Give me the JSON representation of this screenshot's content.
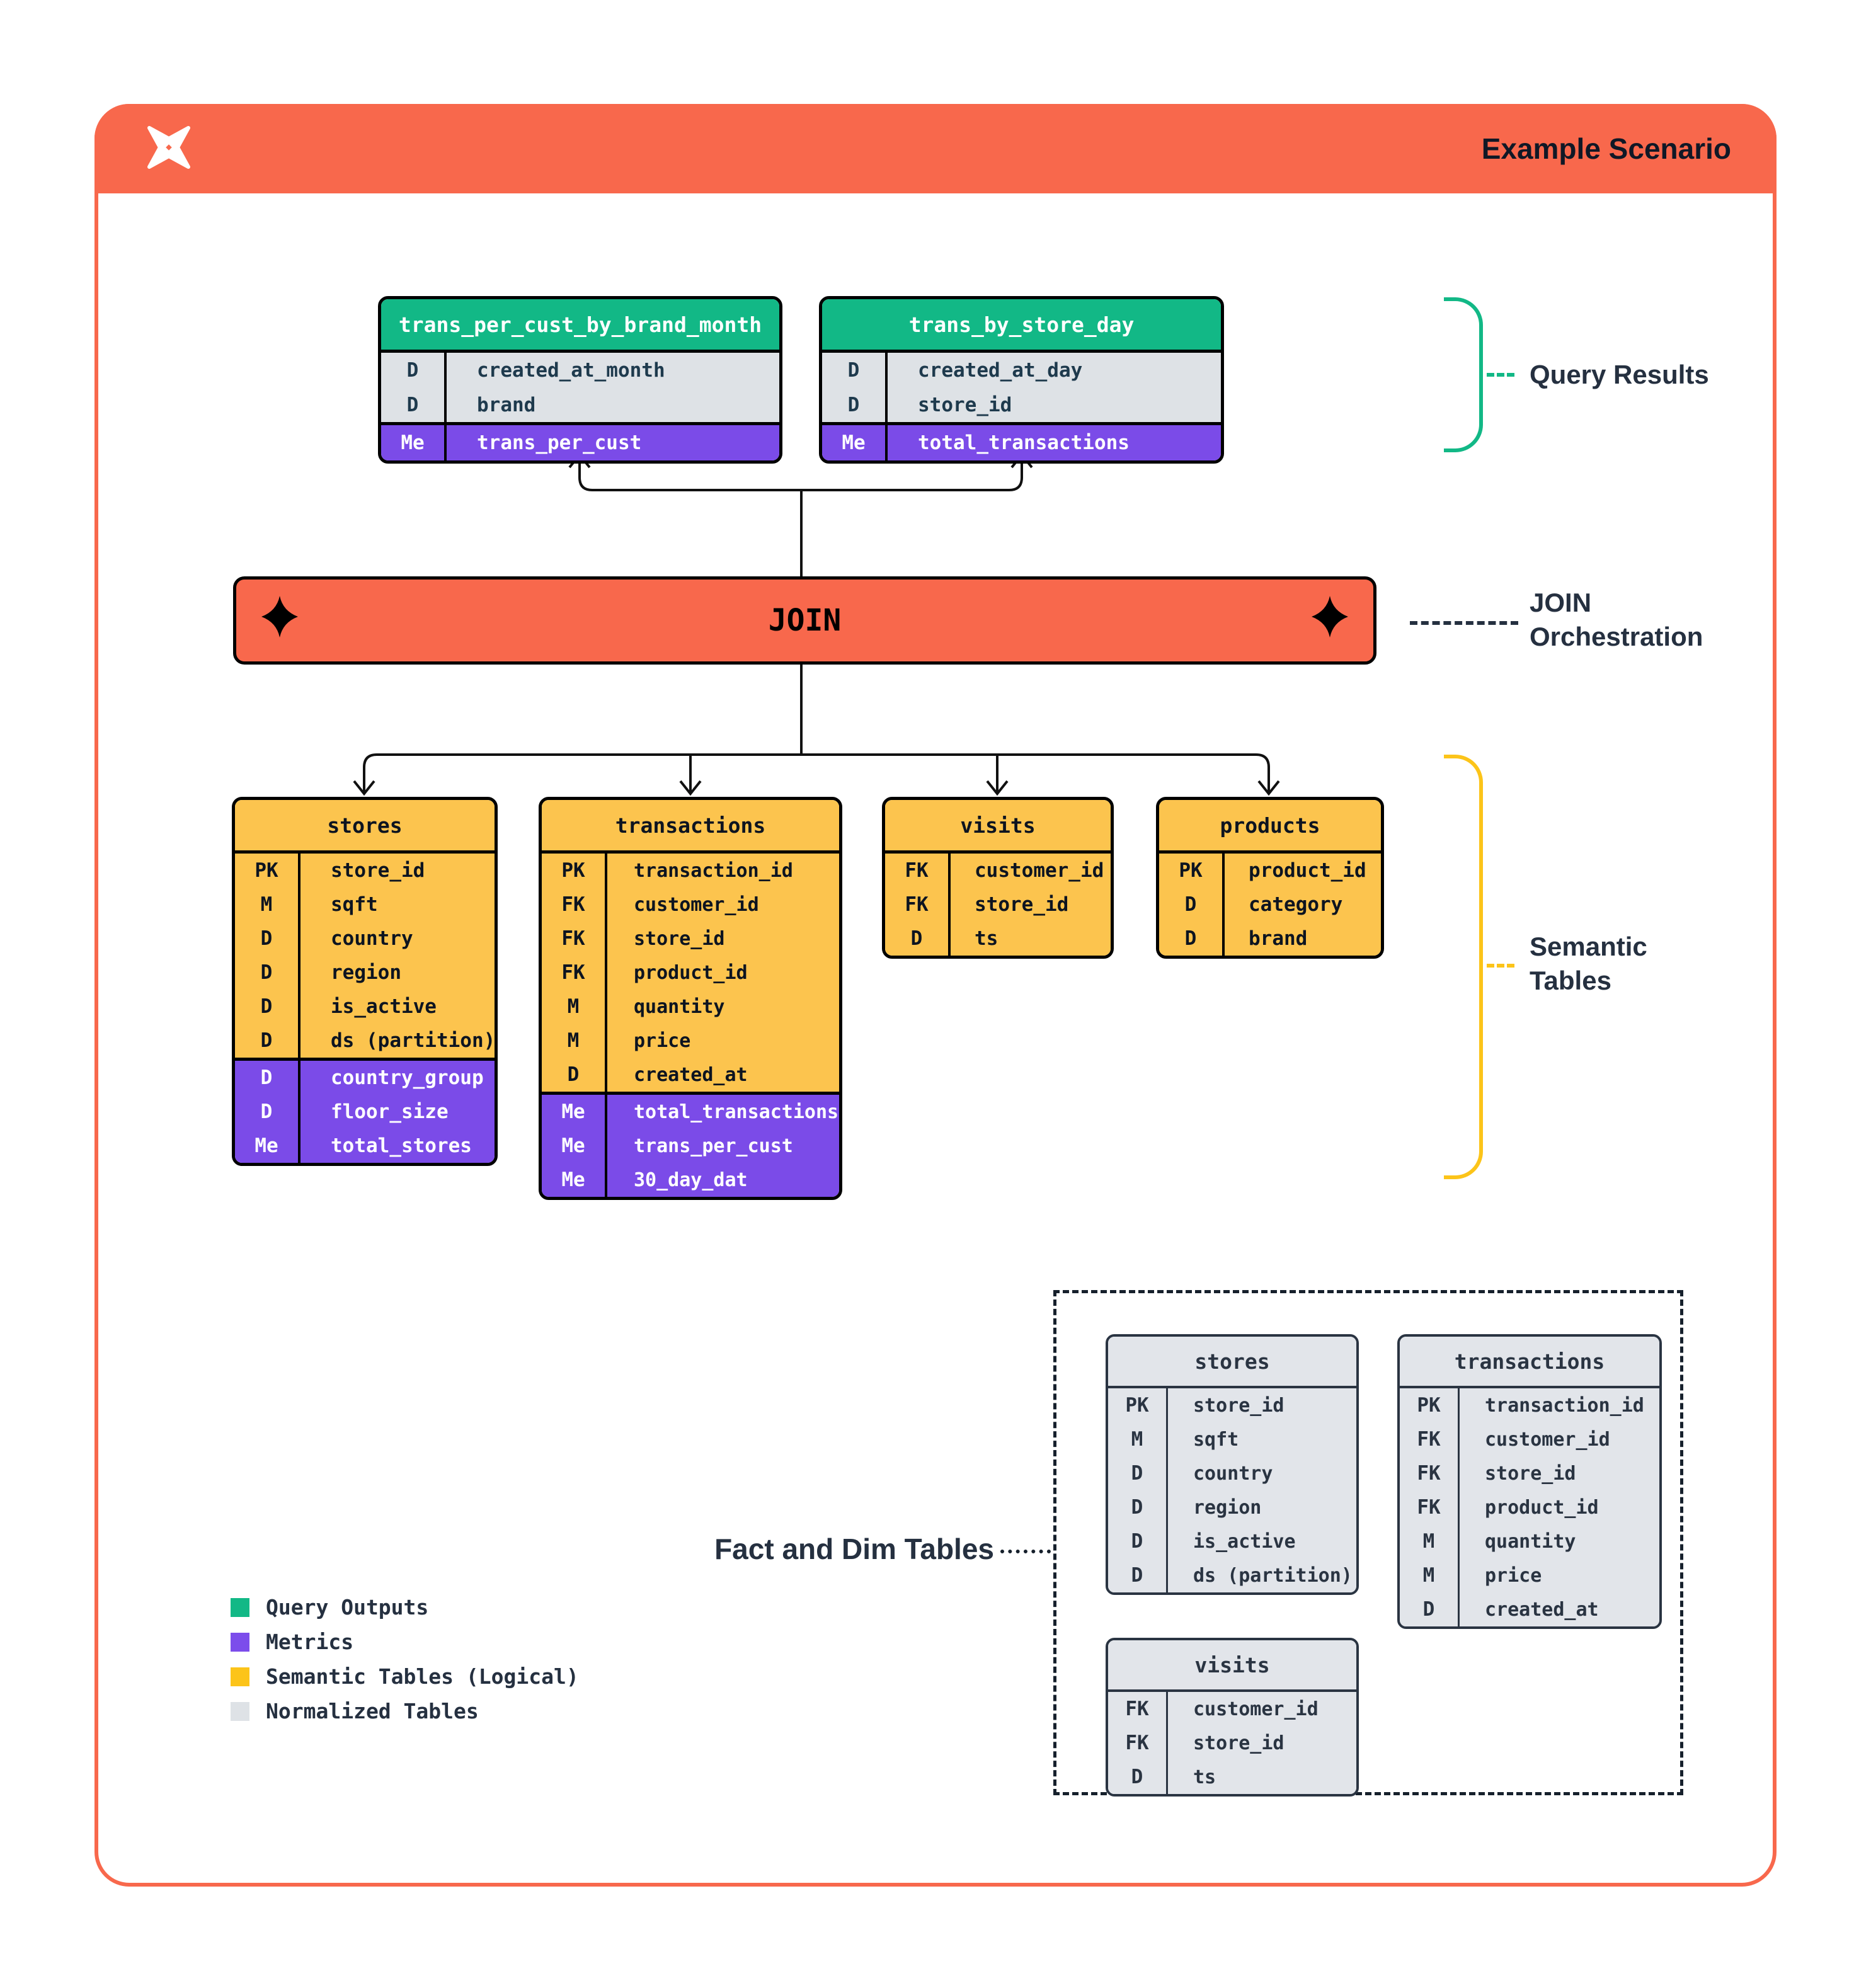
{
  "header": {
    "title": "Example Scenario",
    "logo": "pinwheel-star-icon"
  },
  "join": {
    "label": "JOIN",
    "decoration": "sparkle-diamond-icon"
  },
  "annotations": {
    "query_results": "Query Results",
    "join_orchestration_line1": "JOIN",
    "join_orchestration_line2": "Orchestration",
    "semantic_tables_line1": "Semantic",
    "semantic_tables_line2": "Tables",
    "fact_and_dim": "Fact and Dim Tables"
  },
  "query_results_tables": [
    {
      "name": "trans_per_cust_by_brand_month",
      "rows": [
        {
          "key": "D",
          "field": "created_at_month"
        },
        {
          "key": "D",
          "field": "brand"
        }
      ],
      "metric_rows": [
        {
          "key": "Me",
          "field": "trans_per_cust"
        }
      ]
    },
    {
      "name": "trans_by_store_day",
      "rows": [
        {
          "key": "D",
          "field": "created_at_day"
        },
        {
          "key": "D",
          "field": "store_id"
        }
      ],
      "metric_rows": [
        {
          "key": "Me",
          "field": "total_transactions"
        }
      ]
    }
  ],
  "semantic_tables": [
    {
      "name": "stores",
      "rows": [
        {
          "key": "PK",
          "field": "store_id"
        },
        {
          "key": "M",
          "field": "sqft"
        },
        {
          "key": "D",
          "field": "country"
        },
        {
          "key": "D",
          "field": "region"
        },
        {
          "key": "D",
          "field": "is_active"
        },
        {
          "key": "D",
          "field": "ds (partition)"
        }
      ],
      "metric_rows": [
        {
          "key": "D",
          "field": "country_group"
        },
        {
          "key": "D",
          "field": "floor_size"
        },
        {
          "key": "Me",
          "field": "total_stores"
        }
      ]
    },
    {
      "name": "transactions",
      "rows": [
        {
          "key": "PK",
          "field": "transaction_id"
        },
        {
          "key": "FK",
          "field": "customer_id"
        },
        {
          "key": "FK",
          "field": "store_id"
        },
        {
          "key": "FK",
          "field": "product_id"
        },
        {
          "key": "M",
          "field": "quantity"
        },
        {
          "key": "M",
          "field": "price"
        },
        {
          "key": "D",
          "field": "created_at"
        }
      ],
      "metric_rows": [
        {
          "key": "Me",
          "field": "total_transactions"
        },
        {
          "key": "Me",
          "field": "trans_per_cust"
        },
        {
          "key": "Me",
          "field": "30_day_dat"
        }
      ]
    },
    {
      "name": "visits",
      "rows": [
        {
          "key": "FK",
          "field": "customer_id"
        },
        {
          "key": "FK",
          "field": "store_id"
        },
        {
          "key": "D",
          "field": "ts"
        }
      ],
      "metric_rows": []
    },
    {
      "name": "products",
      "rows": [
        {
          "key": "PK",
          "field": "product_id"
        },
        {
          "key": "D",
          "field": "category"
        },
        {
          "key": "D",
          "field": "brand"
        }
      ],
      "metric_rows": []
    }
  ],
  "normalized_tables": [
    {
      "name": "stores",
      "rows": [
        {
          "key": "PK",
          "field": "store_id"
        },
        {
          "key": "M",
          "field": "sqft"
        },
        {
          "key": "D",
          "field": "country"
        },
        {
          "key": "D",
          "field": "region"
        },
        {
          "key": "D",
          "field": "is_active"
        },
        {
          "key": "D",
          "field": "ds (partition)"
        }
      ]
    },
    {
      "name": "transactions",
      "rows": [
        {
          "key": "PK",
          "field": "transaction_id"
        },
        {
          "key": "FK",
          "field": "customer_id"
        },
        {
          "key": "FK",
          "field": "store_id"
        },
        {
          "key": "FK",
          "field": "product_id"
        },
        {
          "key": "M",
          "field": "quantity"
        },
        {
          "key": "M",
          "field": "price"
        },
        {
          "key": "D",
          "field": "created_at"
        }
      ]
    },
    {
      "name": "visits",
      "rows": [
        {
          "key": "FK",
          "field": "customer_id"
        },
        {
          "key": "FK",
          "field": "store_id"
        },
        {
          "key": "D",
          "field": "ts"
        }
      ]
    }
  ],
  "legend": [
    {
      "color": "#12B886",
      "label": "Query Outputs"
    },
    {
      "color": "#7C4DEB",
      "label": "Metrics"
    },
    {
      "color": "#FCC419",
      "label": "Semantic Tables (Logical)"
    },
    {
      "color": "#DEE2E6",
      "label": "Normalized Tables"
    }
  ],
  "colors": {
    "brand_orange": "#F8684C",
    "query_output_green": "#12B886",
    "metric_purple": "#7B4BE8",
    "semantic_yellow": "#FCC44E",
    "normalized_gray": "#DEE2E6",
    "text_navy": "#253040"
  }
}
